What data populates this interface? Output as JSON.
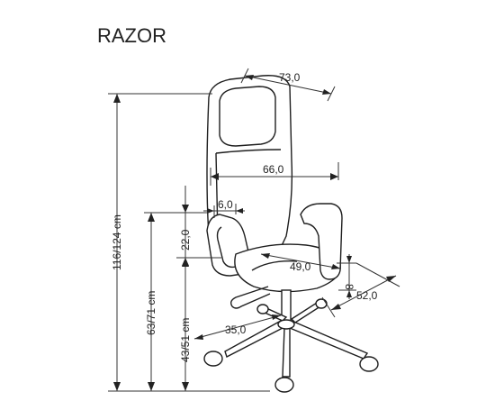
{
  "product": {
    "name": "RAZOR"
  },
  "dimensions": {
    "depth": "73,0",
    "seat_width": "66,0",
    "armrest_offset": "6,0",
    "armrest_height": "22,0",
    "seat_depth": "49,0",
    "seat_thickness": "8",
    "total_width": "52,0",
    "total_height": "116/124 cm",
    "armrest_floor_height": "63/71 cm",
    "seat_height": "43/51 cm",
    "base_radius": "35,0"
  },
  "colors": {
    "line": "#333333",
    "text": "#222222",
    "background": "#ffffff"
  }
}
